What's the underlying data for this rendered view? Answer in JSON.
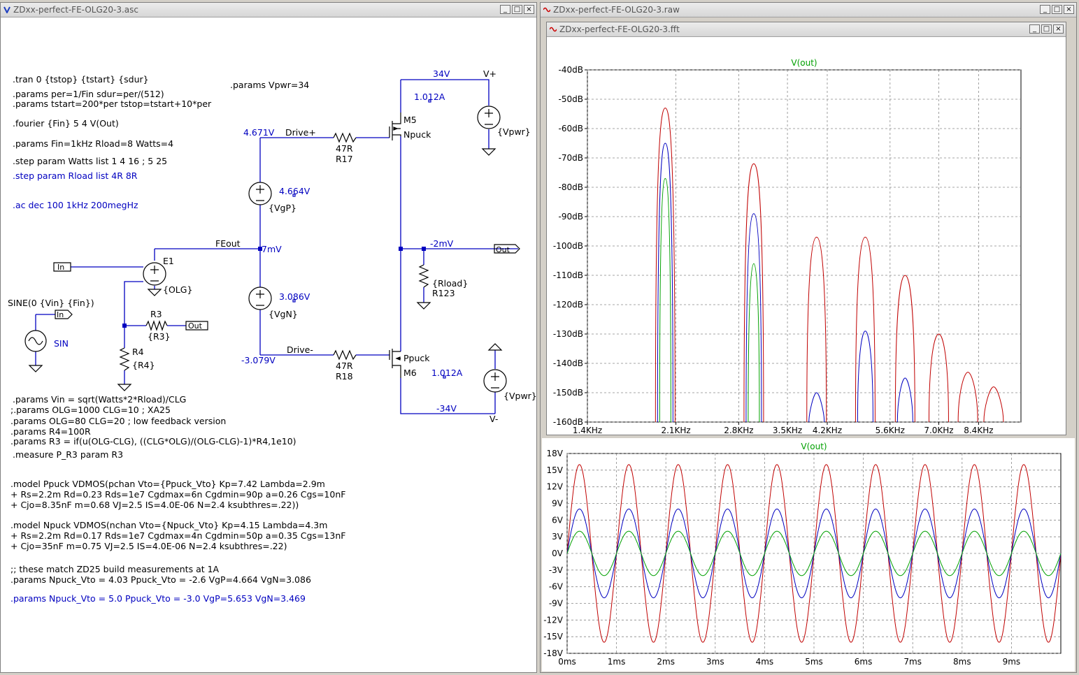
{
  "schematic": {
    "title": "ZDxx-perfect-FE-OLG20-3.asc",
    "directives": [
      {
        "text": ".tran 0 {tstop} {tstart} {sdur}",
        "color": "#000000"
      },
      {
        "text": ".params per=1/Fin sdur=per/(512)",
        "color": "#000000"
      },
      {
        "text": ".params tstart=200*per tstop=tstart+10*per",
        "color": "#000000"
      },
      {
        "text": ".fourier {Fin} 5 4 V(Out)",
        "color": "#000000"
      },
      {
        "text": ".params Fin=1kHz Rload=8 Watts=4",
        "color": "#000000"
      },
      {
        "text": ".step param Watts list 1 4 16 ; 5 25",
        "color": "#000000"
      },
      {
        "text": ".step param Rload list 4R 8R",
        "color": "#0000c0"
      },
      {
        "text": ".ac dec 100 1kHz 200megHz",
        "color": "#0000c0"
      },
      {
        "text": ".params Vpwr=34",
        "color": "#000000"
      },
      {
        "text": ".params Vin = sqrt(Watts*2*Rload)/CLG",
        "color": "#000000"
      },
      {
        "text": ";.params OLG=1000 CLG=10 ; XA25",
        "color": "#000000"
      },
      {
        "text": ".params OLG=80 CLG=20 ; low feedback version",
        "color": "#000000"
      },
      {
        "text": ".params R4=100R",
        "color": "#000000"
      },
      {
        "text": ".params R3 = if(u(OLG-CLG), ((CLG*OLG)/(OLG-CLG)-1)*R4,1e10)",
        "color": "#000000"
      },
      {
        "text": ".measure P_R3 param R3",
        "color": "#000000"
      },
      {
        "text": ".model Ppuck VDMOS(pchan Vto={Ppuck_Vto} Kp=7.42 Lambda=2.9m",
        "color": "#000000"
      },
      {
        "text": "+ Rs=2.2m Rd=0.23 Rds=1e7 Cgdmax=6n Cgdmin=90p a=0.26 Cgs=10nF",
        "color": "#000000"
      },
      {
        "text": "+ Cjo=8.35nF m=0.68 VJ=2.5 IS=4.0E-06 N=2.4 ksubthres=.22))",
        "color": "#000000"
      },
      {
        "text": ".model Npuck VDMOS(nchan Vto={Npuck_Vto} Kp=4.15 Lambda=4.3m",
        "color": "#000000"
      },
      {
        "text": "+ Rs=2.2m Rd=0.17 Rds=1e7 Cgdmax=4n Cgdmin=50p a=0.35 Cgs=13nF",
        "color": "#000000"
      },
      {
        "text": "+ Cjo=35nF m=0.75 VJ=2.5 IS=4.0E-06 N=2.4 ksubthres=.22)",
        "color": "#000000"
      },
      {
        "text": ";; these match ZD25 build measurements at 1A",
        "color": "#000000"
      },
      {
        "text": ".params Npuck_Vto = 4.03 Ppuck_Vto = -2.6 VgP=4.664 VgN=3.086",
        "color": "#000000"
      },
      {
        "text": ".params Npuck_Vto = 5.0 Ppuck_Vto = -3.0 VgP=5.653 VgN=3.469",
        "color": "#0000c0"
      }
    ],
    "labels": {
      "v34": "34V",
      "vplus": "V+",
      "i_m5": "1.012A",
      "m5": "M5",
      "npuck": "Npuck",
      "v_drivep": "4.671V",
      "drivep": "Drive+",
      "r17_val": "47R",
      "r17": "R17",
      "vpwr_top": "{Vpwr}",
      "vgp_op": "4.664V",
      "vgp": "{VgP}",
      "feout": "FEout",
      "v_feout": "7mV",
      "e1": "E1",
      "olg": "{OLG}",
      "in1": "In",
      "vout_op": "-2mV",
      "out": "Out",
      "rload": "{Rload}",
      "r123": "R123",
      "sine": "SINE(0 {Vin} {Fin})",
      "in2": "In",
      "sin": "SIN",
      "r3": "R3",
      "r3_val": "{R3}",
      "out2": "Out",
      "r4": "R4",
      "r4_val": "{R4}",
      "vgn_op": "3.086V",
      "vgn": "{VgN}",
      "drivem": "Drive-",
      "v_drivem": "-3.079V",
      "r18_val": "47R",
      "r18": "R18",
      "ppuck": "Ppuck",
      "m6": "M6",
      "i_m6": "1.012A",
      "vpwr_bot": "{Vpwr}",
      "vm34": "-34V",
      "vminus": "V-"
    },
    "colors": {
      "wire": "#0000c0",
      "component": "#000000",
      "op_value": "#0000c0"
    }
  },
  "raw_window": {
    "title": "ZDxx-perfect-FE-OLG20-3.raw"
  },
  "fft_window": {
    "title": "ZDxx-perfect-FE-OLG20-3.fft"
  },
  "chart_data": [
    {
      "type": "line",
      "title": "V(out)",
      "xscale": "log",
      "xlim": [
        1400,
        10200
      ],
      "ylim": [
        -160,
        -40
      ],
      "x_ticks": [
        "1.4KHz",
        "2.1KHz",
        "2.8KHz",
        "3.5KHz",
        "4.2KHz",
        "5.6KHz",
        "7.0KHz",
        "8.4KHz"
      ],
      "y_ticks": [
        "-40dB",
        "-50dB",
        "-60dB",
        "-70dB",
        "-80dB",
        "-90dB",
        "-100dB",
        "-110dB",
        "-120dB",
        "-130dB",
        "-140dB",
        "-150dB",
        "-160dB"
      ],
      "grid": true,
      "series": [
        {
          "color": "#c00000",
          "harmonics": [
            {
              "f": 2000,
              "db": -53
            },
            {
              "f": 3000,
              "db": -72
            },
            {
              "f": 4000,
              "db": -97
            },
            {
              "f": 5000,
              "db": -97
            },
            {
              "f": 6000,
              "db": -110
            },
            {
              "f": 7000,
              "db": -130
            },
            {
              "f": 8000,
              "db": -143
            },
            {
              "f": 9000,
              "db": -148
            }
          ]
        },
        {
          "color": "#0000c0",
          "harmonics": [
            {
              "f": 2000,
              "db": -65
            },
            {
              "f": 3000,
              "db": -89
            },
            {
              "f": 4000,
              "db": -150
            },
            {
              "f": 5000,
              "db": -129
            },
            {
              "f": 6000,
              "db": -145
            }
          ]
        },
        {
          "color": "#00a000",
          "harmonics": [
            {
              "f": 2000,
              "db": -77
            },
            {
              "f": 3000,
              "db": -106
            }
          ]
        }
      ]
    },
    {
      "type": "line",
      "title": "V(out)",
      "xlim": [
        0,
        10
      ],
      "ylim": [
        -18,
        18
      ],
      "x_ticks": [
        "0ms",
        "1ms",
        "2ms",
        "3ms",
        "4ms",
        "5ms",
        "6ms",
        "7ms",
        "8ms",
        "9ms"
      ],
      "y_ticks": [
        "18V",
        "15V",
        "12V",
        "9V",
        "6V",
        "3V",
        "0V",
        "-3V",
        "-6V",
        "-9V",
        "-12V",
        "-15V",
        "-18V"
      ],
      "grid": true,
      "frequency_khz": 1,
      "series": [
        {
          "color": "#c00000",
          "amplitude": 16
        },
        {
          "color": "#0000c0",
          "amplitude": 8
        },
        {
          "color": "#00a000",
          "amplitude": 4
        }
      ]
    }
  ]
}
